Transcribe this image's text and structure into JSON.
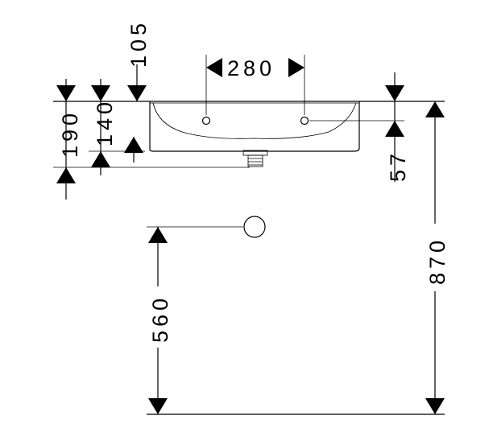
{
  "dimensions": {
    "d105": "105",
    "d280": "280",
    "d190": "190",
    "d140": "140",
    "d57": "57",
    "d870": "870",
    "d560": "560"
  }
}
